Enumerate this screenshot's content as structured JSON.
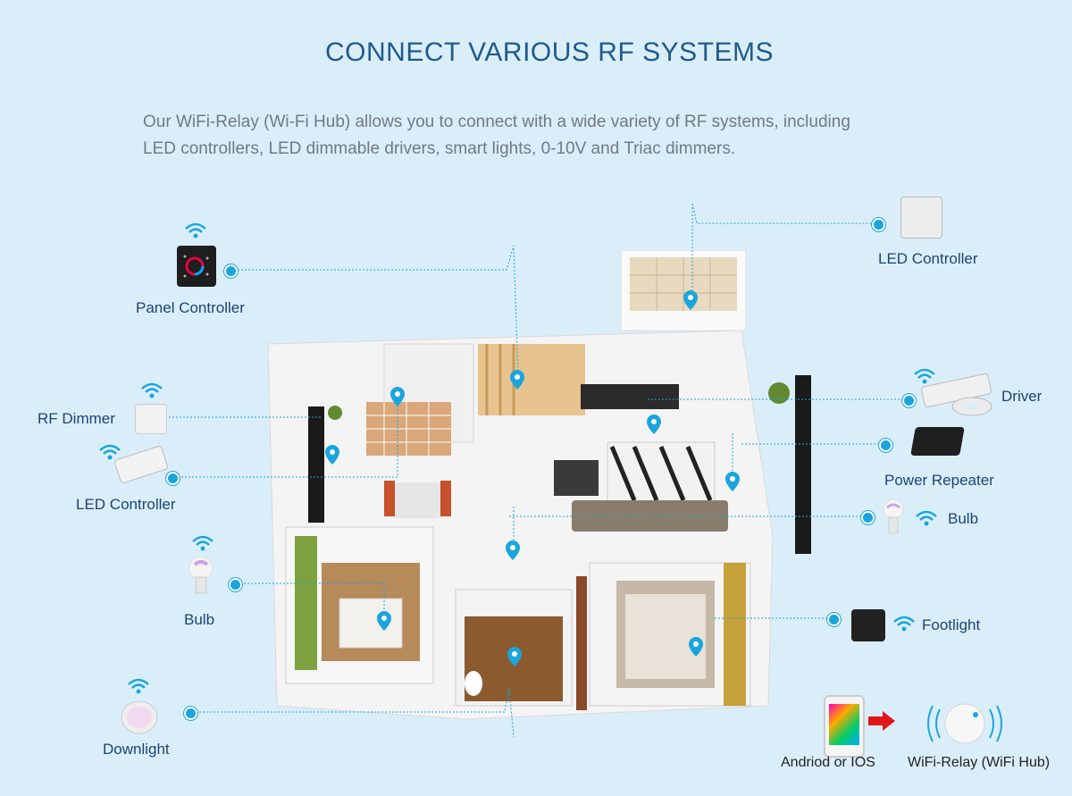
{
  "title": "CONNECT VARIOUS RF SYSTEMS",
  "description": {
    "line1": "Our WiFi-Relay (Wi-Fi Hub) allows you to connect with a wide variety of RF systems, including",
    "line2": "LED controllers,  LED dimmable drivers, smart lights, 0-10V and Triac dimmers."
  },
  "devices": {
    "panel_controller": "Panel Controller",
    "rf_dimmer": "RF Dimmer",
    "led_controller_left": "LED Controller",
    "bulb_left": "Bulb",
    "downlight": "Downlight",
    "led_controller_right": "LED Controller",
    "driver": "Driver",
    "power_repeater": "Power Repeater",
    "bulb_right": "Bulb",
    "footlight": "Footlight"
  },
  "bottom": {
    "phone_label": "Andriod or IOS",
    "hub_label": "WiFi-Relay (WiFi Hub)"
  },
  "colors": {
    "background": "#daeefa",
    "accent": "#1aa5dd",
    "arrow": "#e0161b",
    "title": "#1f5a8c"
  }
}
